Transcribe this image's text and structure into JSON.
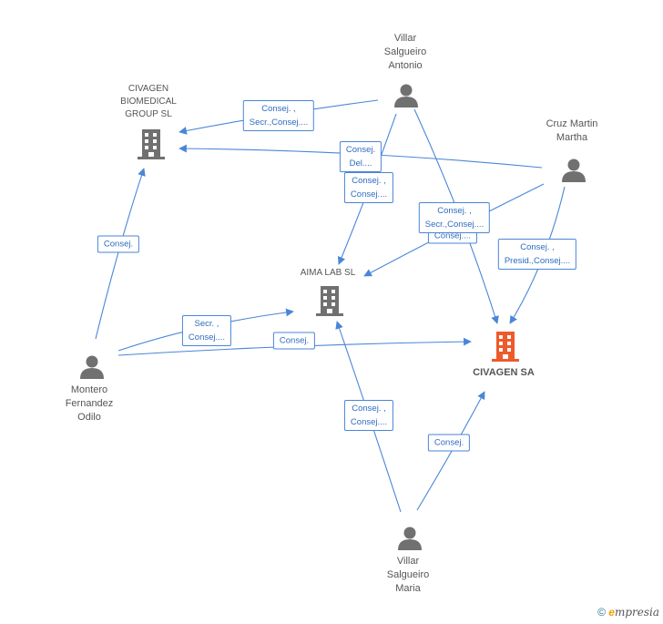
{
  "nodes": {
    "villar_antonio": {
      "label": "Villar\nSalgueiro\nAntonio",
      "kind": "person"
    },
    "civagen_biomedical": {
      "label": "CIVAGEN\nBIOMEDICAL\nGROUP  SL",
      "kind": "company"
    },
    "cruz_martin": {
      "label": "Cruz Martin\nMartha",
      "kind": "person"
    },
    "aima_lab": {
      "label": "AIMA LAB  SL",
      "kind": "company"
    },
    "civagen_sa": {
      "label": "CIVAGEN SA",
      "kind": "company-main"
    },
    "montero": {
      "label": "Montero\nFernandez\nOdilo",
      "kind": "person"
    },
    "villar_maria": {
      "label": "Villar\nSalgueiro\nMaria",
      "kind": "person"
    }
  },
  "edge_labels": {
    "e1": "Consej. ,\nSecr.,Consej....",
    "e2": "Consej.\nDel....",
    "e3": "Consej. ,\nConsej....",
    "e4": "Consej.",
    "e5": "Consej. ,\nSecr.,Consej....",
    "e5b": "Consej....",
    "e6": "Consej. ,\nPresid.,Consej....",
    "e7": "Secr. ,\nConsej....",
    "e8": "Consej.",
    "e9": "Consej. ,\nConsej....",
    "e10": "Consej."
  },
  "colors": {
    "edge": "#4a86d8",
    "icon": "#707070",
    "main_icon": "#ee5a2a"
  },
  "footer": {
    "copyright": "©",
    "brand_initial": "e",
    "brand_rest": "mpresia"
  }
}
